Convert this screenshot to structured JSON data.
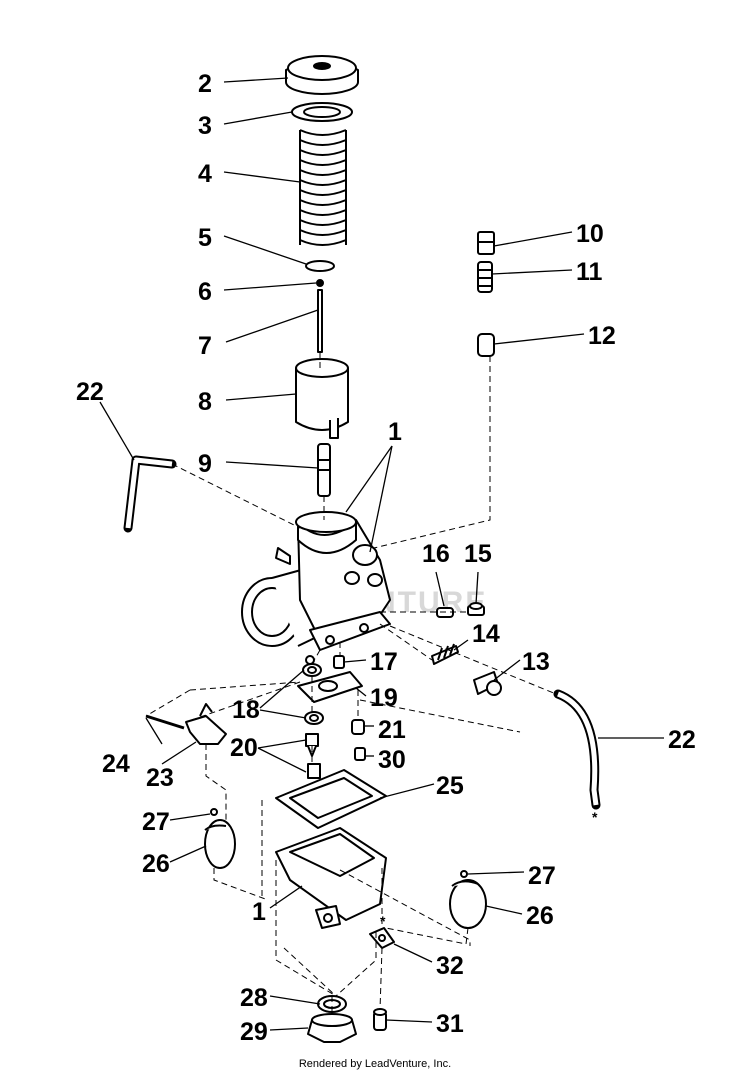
{
  "watermark": "VENTURE",
  "footer": "Rendered by LeadVenture, Inc.",
  "callouts": {
    "c1a": "1",
    "c1b": "1",
    "c2": "2",
    "c3": "3",
    "c4": "4",
    "c5": "5",
    "c6": "6",
    "c7": "7",
    "c8": "8",
    "c9": "9",
    "c10": "10",
    "c11": "11",
    "c12": "12",
    "c13": "13",
    "c14": "14",
    "c15": "15",
    "c16": "16",
    "c17": "17",
    "c18": "18",
    "c19": "19",
    "c20": "20",
    "c21": "21",
    "c22a": "22",
    "c22b": "22",
    "c23": "23",
    "c24": "24",
    "c25": "25",
    "c26a": "26",
    "c26b": "26",
    "c27a": "27",
    "c27b": "27",
    "c28": "28",
    "c29": "29",
    "c30": "30",
    "c31": "31",
    "c32": "32"
  },
  "colors": {
    "ink": "#000000",
    "paper": "#ffffff",
    "watermark": "#d8d8d8"
  }
}
